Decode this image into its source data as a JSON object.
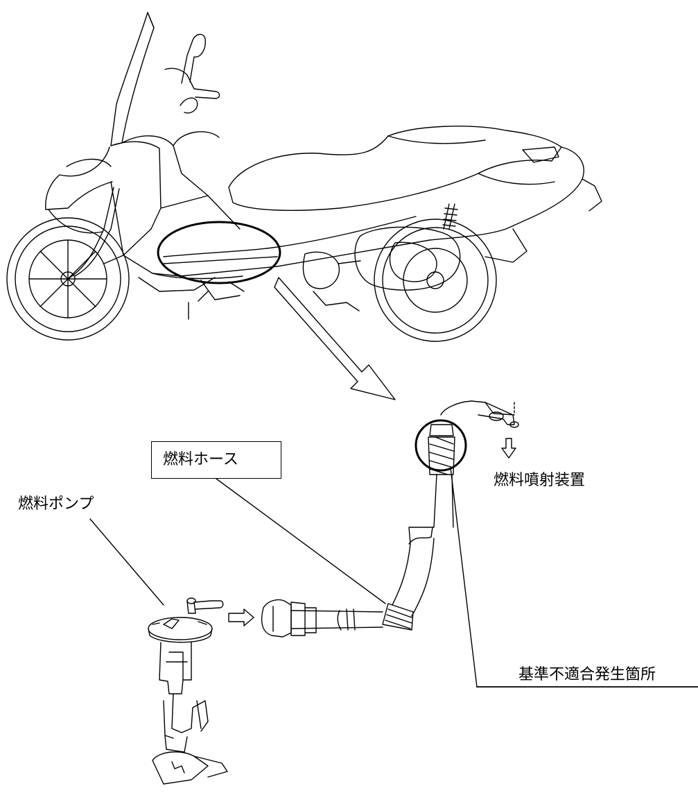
{
  "labels": {
    "fuel_hose": "燃料ホース",
    "fuel_pump": "燃料ポンプ",
    "fuel_injector": "燃料噴射装置",
    "defect_location": "基準不適合発生箇所"
  },
  "colors": {
    "line": "#000000",
    "background": "#ffffff"
  }
}
